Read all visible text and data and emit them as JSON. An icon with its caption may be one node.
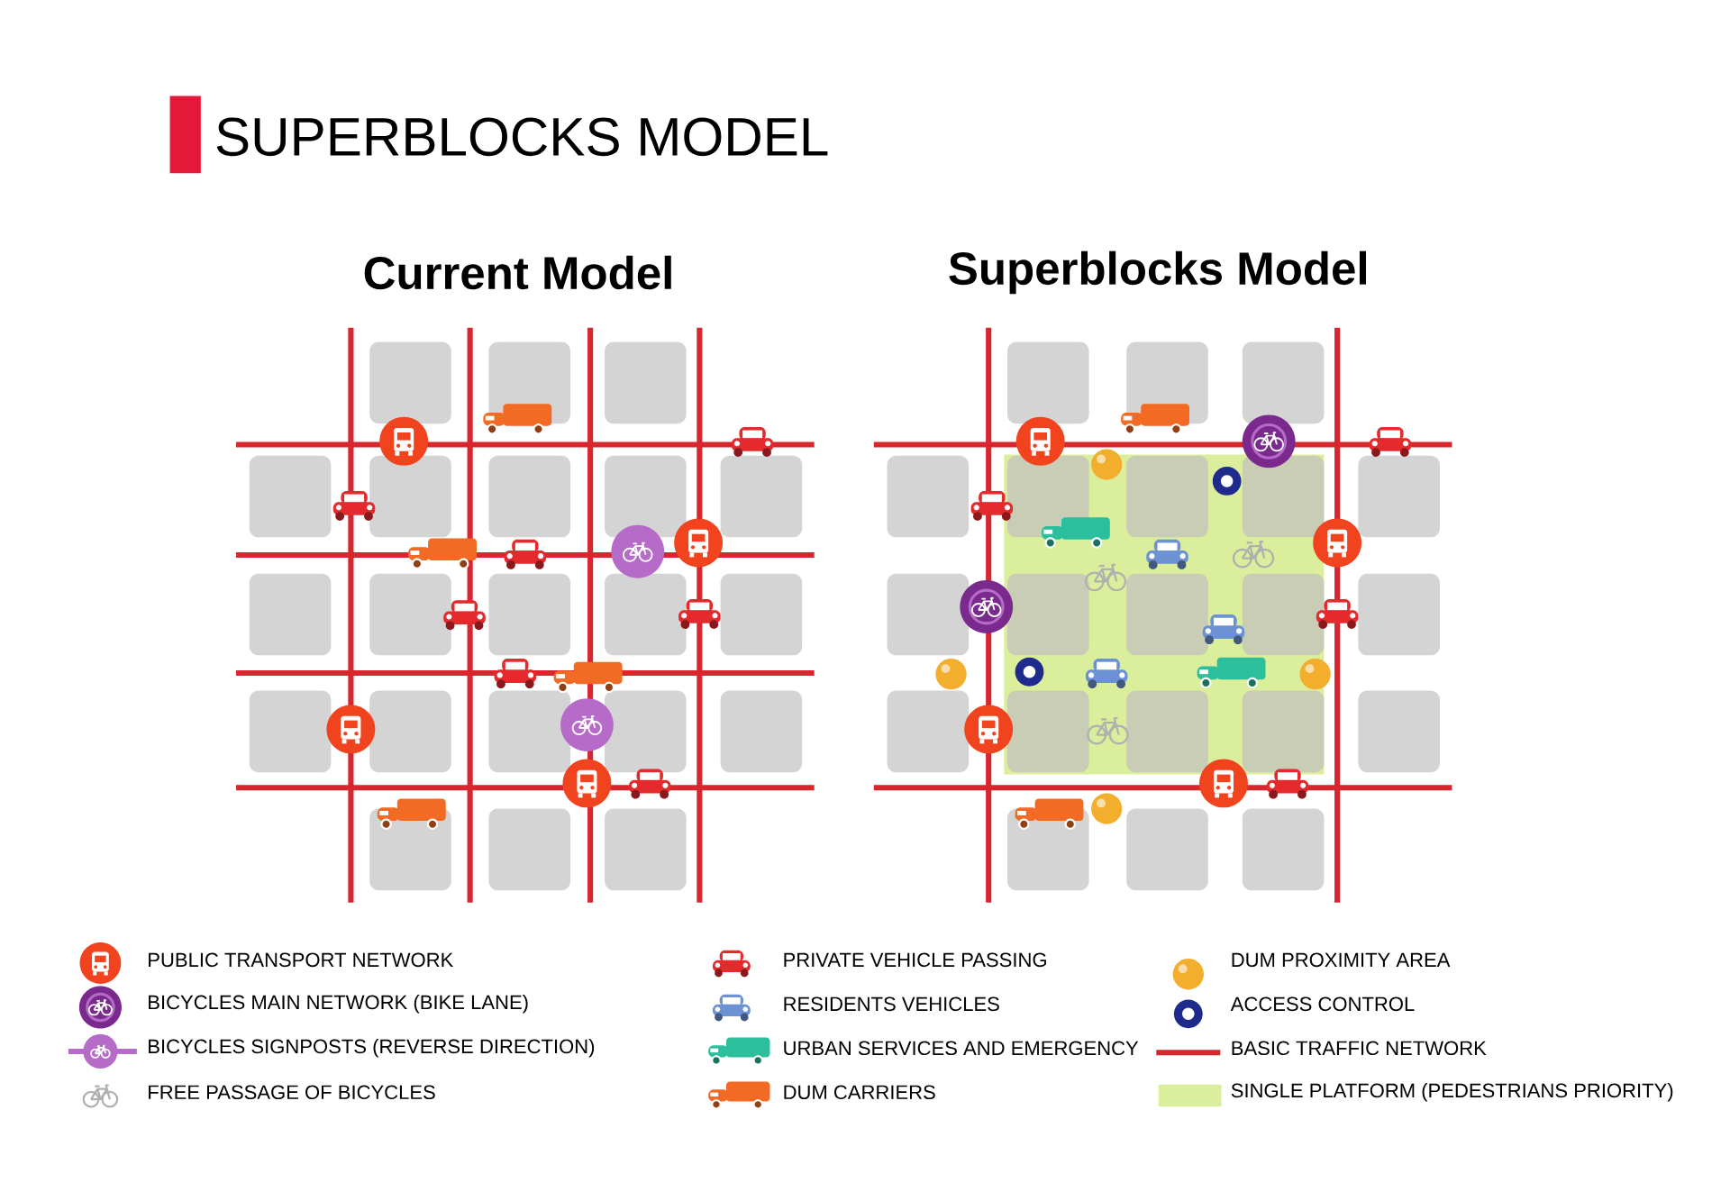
{
  "diagram": {
    "title": "SUPERBLOCKS MODEL",
    "labels": [
      "Current Model",
      "Superblocks Model"
    ],
    "legend": [
      {
        "text": "PUBLIC TRANSPORT NETWORK"
      },
      {
        "text": "BICYCLES MAIN NETWORK (BIKE LANE)"
      },
      {
        "text": "BICYCLES SIGNPOSTS (REVERSE DIRECTION)"
      },
      {
        "text": "FREE PASSAGE OF BICYCLES"
      },
      {
        "text": "PRIVATE VEHICLE PASSING"
      },
      {
        "text": "RESIDENTS VEHICLES"
      },
      {
        "text": "URBAN SERVICES AND EMERGENCY"
      },
      {
        "text": "DUM CARRIERS"
      },
      {
        "text": "DUM PROXIMITY AREA"
      },
      {
        "text": "ACCESS CONTROL"
      },
      {
        "text": "BASIC TRAFFIC NETWORK"
      },
      {
        "text": "SINGLE PLATFORM (PEDESTRIANS PRIORITY)",
        "color": "#dbee9b"
      }
    ]
  }
}
